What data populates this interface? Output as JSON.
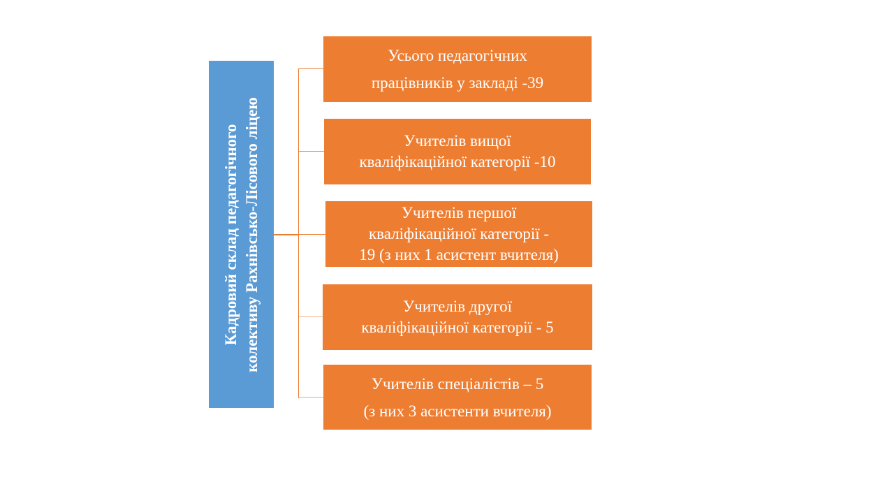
{
  "root": {
    "lines": [
      "Кадровий склад педагогічного",
      "колективу Рахнівсько-Лісового ліцею"
    ]
  },
  "items": [
    {
      "lines": [
        "Усього педагогічних",
        "працівників у закладі -39"
      ]
    },
    {
      "lines": [
        "Учителів вищої",
        "кваліфікаційної категорії -10"
      ]
    },
    {
      "lines": [
        "Учителів першої",
        "кваліфікаційної категорії -",
        "19 (з них 1 асистент вчителя)"
      ]
    },
    {
      "lines": [
        "Учителів другої",
        "кваліфікаційної категорії - 5"
      ]
    },
    {
      "lines": [
        "Учителів спеціалістів – 5",
        "(з них 3 асистенти вчителя)"
      ]
    }
  ],
  "colors": {
    "root": "#5B9BD5",
    "item": "#ED7D31"
  }
}
